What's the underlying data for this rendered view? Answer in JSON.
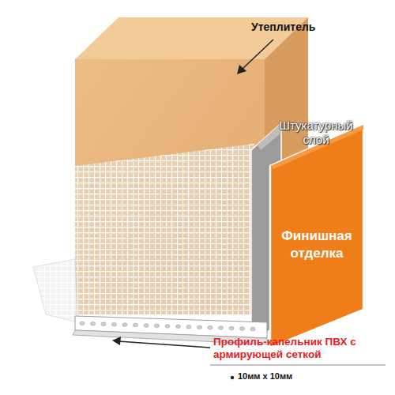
{
  "diagram": {
    "nodes": [
      {
        "text": [
          "Финишная отделка"
        ]
      }
    ],
    "labels": [
      "Утеплитель",
      "Штукатурный слой",
      "Профиль-капельник ПВХ с армирующей сеткой",
      "10мм х 10мм"
    ]
  }
}
